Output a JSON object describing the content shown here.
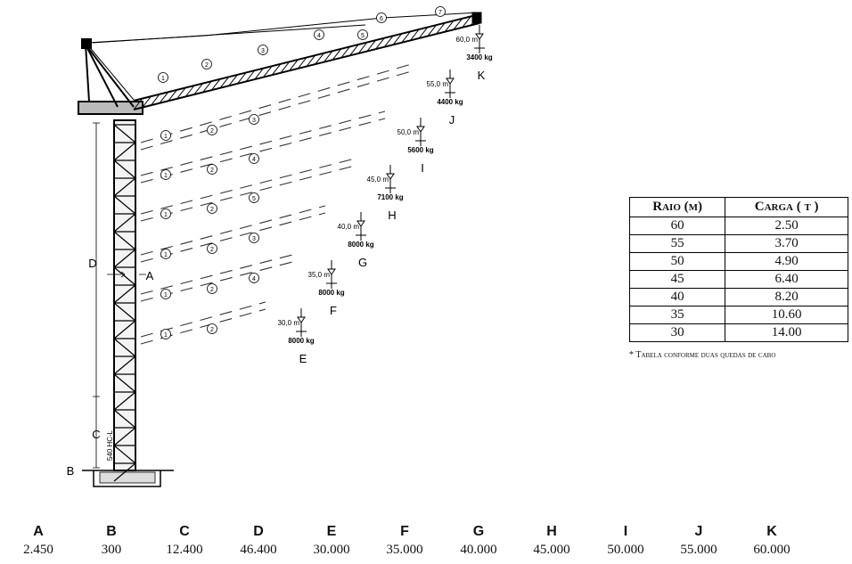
{
  "load_points": [
    {
      "letter": "K",
      "radius": "60,0 m",
      "load": "3400 kg"
    },
    {
      "letter": "J",
      "radius": "55,0 m",
      "load": "4400 kg"
    },
    {
      "letter": "I",
      "radius": "50,0 m",
      "load": "5600 kg"
    },
    {
      "letter": "H",
      "radius": "45,0 m",
      "load": "7100 kg"
    },
    {
      "letter": "G",
      "radius": "40,0 m",
      "load": "8000 kg"
    },
    {
      "letter": "F",
      "radius": "35,0 m",
      "load": "8000 kg"
    },
    {
      "letter": "E",
      "radius": "30,0 m",
      "load": "8000 kg"
    }
  ],
  "tower_labels": {
    "d": "D",
    "a": "A",
    "c": "C",
    "b": "B",
    "model": "540 HC-L"
  },
  "section_numbers": [
    "1",
    "2",
    "3",
    "4",
    "5",
    "6",
    "7"
  ],
  "load_table": {
    "headers": [
      "Raio (m)",
      "Carga ( t )"
    ],
    "rows": [
      [
        "60",
        "2.50"
      ],
      [
        "55",
        "3.70"
      ],
      [
        "50",
        "4.90"
      ],
      [
        "45",
        "6.40"
      ],
      [
        "40",
        "8.20"
      ],
      [
        "35",
        "10.60"
      ],
      [
        "30",
        "14.00"
      ]
    ],
    "note": "* Tabela conforme duas quedas de cabo"
  },
  "dimensions": [
    {
      "label": "A",
      "value": "2.450"
    },
    {
      "label": "B",
      "value": "300"
    },
    {
      "label": "C",
      "value": "12.400"
    },
    {
      "label": "D",
      "value": "46.400"
    },
    {
      "label": "E",
      "value": "30.000"
    },
    {
      "label": "F",
      "value": "35.000"
    },
    {
      "label": "G",
      "value": "40.000"
    },
    {
      "label": "H",
      "value": "45.000"
    },
    {
      "label": "I",
      "value": "50.000"
    },
    {
      "label": "J",
      "value": "55.000"
    },
    {
      "label": "K",
      "value": "60.000"
    }
  ]
}
